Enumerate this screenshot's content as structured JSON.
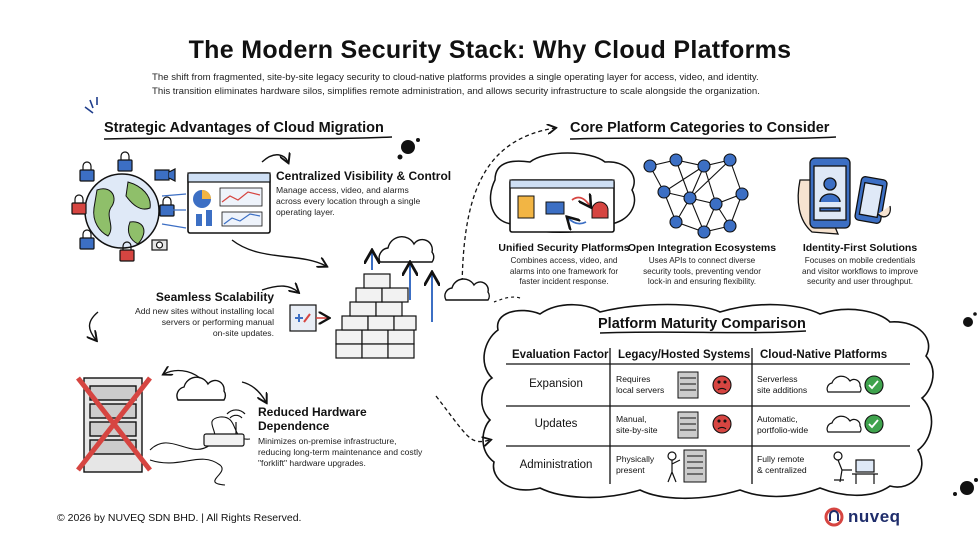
{
  "title": "The Modern Security Stack: Why Cloud Platforms",
  "subtitle": {
    "line1": "The shift from fragmented, site-by-site legacy security to cloud-native platforms provides a single operating layer for access, video, and identity.",
    "line2": "This transition eliminates hardware silos, simplifies remote administration, and allows security infrastructure to scale alongside the organization."
  },
  "advantages": {
    "heading": "Strategic Advantages of Cloud Migration",
    "items": [
      {
        "title": "Centralized Visibility & Control",
        "desc": [
          "Manage access, video, and alarms",
          "across every location through a single",
          "operating layer."
        ]
      },
      {
        "title": "Seamless Scalability",
        "desc": [
          "Add new sites without installing local",
          "servers or performing manual",
          "on-site updates."
        ]
      },
      {
        "title": "Reduced Hardware",
        "title2": "Dependence",
        "desc": [
          "Minimizes on-premise infrastructure,",
          "reducing long-term maintenance and costly",
          "\"forklift\" hardware upgrades."
        ]
      }
    ]
  },
  "categories": {
    "heading": "Core Platform Categories to Consider",
    "items": [
      {
        "title": "Unified Security Platforms",
        "desc": [
          "Combines access, video, and",
          "alarms into one framework for",
          "faster incident response."
        ],
        "icon": "dashboard-icon"
      },
      {
        "title": "Open Integration Ecosystems",
        "desc": [
          "Uses APIs to connect diverse",
          "security tools, preventing vendor",
          "lock-in and ensuring flexibility."
        ],
        "icon": "network-icon"
      },
      {
        "title": "Identity-First Solutions",
        "desc": [
          "Focuses on mobile credentials",
          "and visitor workflows to improve",
          "security and user throughput."
        ],
        "icon": "smartphone-icon"
      }
    ]
  },
  "comparison": {
    "heading": "Platform Maturity Comparison",
    "headers": [
      "Evaluation Factor",
      "Legacy/Hosted Systems",
      "Cloud-Native Platforms"
    ],
    "rows": [
      {
        "factor": "Expansion",
        "legacy": [
          "Requires",
          "local servers"
        ],
        "cloud": [
          "Serverless",
          "site additions"
        ],
        "legacy_status": "negative",
        "cloud_status": "positive"
      },
      {
        "factor": "Updates",
        "legacy": [
          "Manual,",
          "site-by-site"
        ],
        "cloud": [
          "Automatic,",
          "portfolio-wide"
        ],
        "legacy_status": "negative",
        "cloud_status": "positive"
      },
      {
        "factor": "Administration",
        "legacy": [
          "Physically",
          "present"
        ],
        "cloud": [
          "Fully remote",
          "& centralized"
        ]
      }
    ]
  },
  "footer": "© 2026 by NUVEQ SDN BHD. | All Rights Reserved.",
  "brand": "nuveq",
  "colors": {
    "red": "#d64541",
    "green": "#3fa34d",
    "blue": "#3c6fc4",
    "ink": "#111111",
    "brand": "#1f2d6b"
  }
}
